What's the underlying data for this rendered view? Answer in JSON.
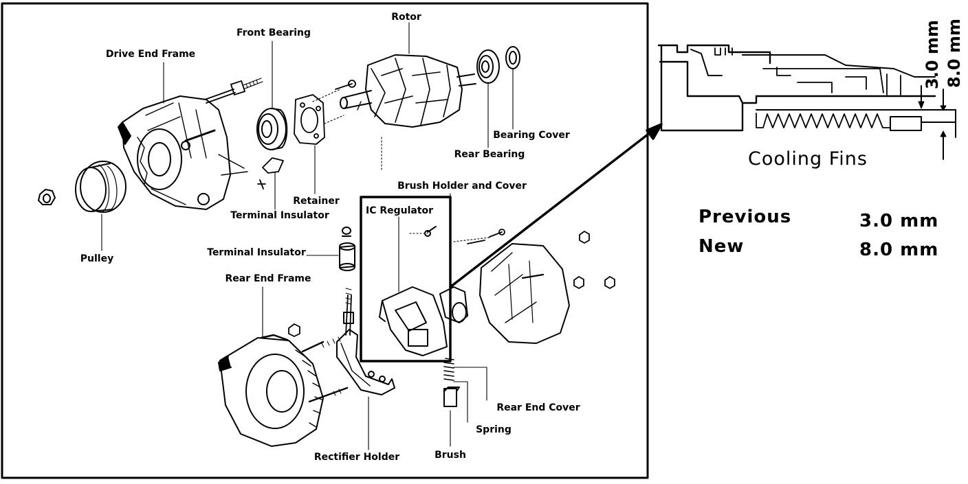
{
  "diagram": {
    "labels": {
      "rotor": "Rotor",
      "front_bearing": "Front Bearing",
      "drive_end_frame": "Drive End Frame",
      "bearing_cover": "Bearing Cover",
      "rear_bearing": "Rear Bearing",
      "brush_holder_and_cover": "Brush Holder and Cover",
      "retainer": "Retainer",
      "terminal_insulator_1": "Terminal Insulator",
      "ic_regulator": "IC Regulator",
      "terminal_insulator_2": "Terminal Insulator",
      "pulley": "Pulley",
      "rear_end_frame": "Rear End Frame",
      "rear_end_cover": "Rear End Cover",
      "spring": "Spring",
      "rectifier_holder": "Rectifier Holder",
      "brush": "Brush"
    },
    "detail": {
      "cooling_fins": "Cooling Fins",
      "dim_prev": "3.0 mm",
      "dim_new": "8.0 mm"
    },
    "comparison": {
      "previous_label": "Previous",
      "previous_value": "3.0 mm",
      "new_label": "New",
      "new_value": "8.0 mm"
    }
  }
}
